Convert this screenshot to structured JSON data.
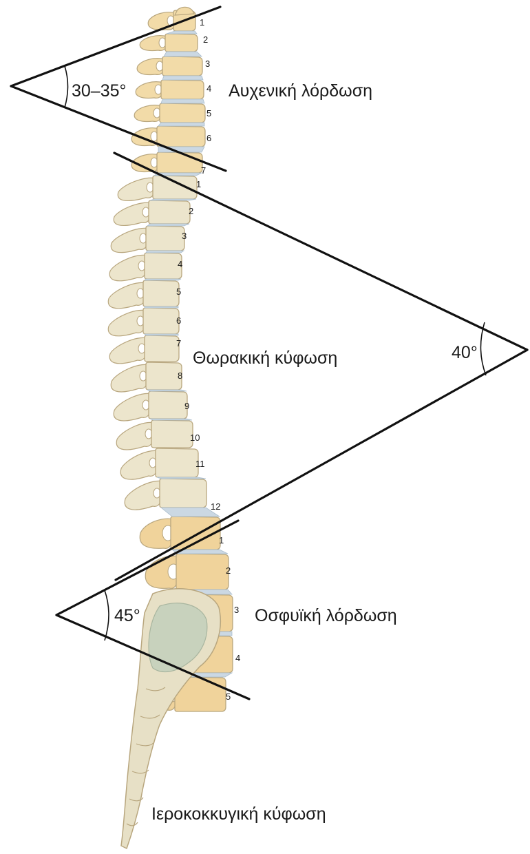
{
  "colors": {
    "cervical_bone": "#f2dba8",
    "thoracic_bone": "#ece5cc",
    "lumbar_bone": "#f0d39b",
    "sacral_bone": "#e7e0c6",
    "coccyx_highlight": "#c8d2bd",
    "disc": "#cbd8e3",
    "outline": "#b8a67e",
    "line": "#111111"
  },
  "curves": {
    "cervical": {
      "label": "Αυχενική λόρδωση",
      "angle": "30–35°"
    },
    "thoracic": {
      "label": "Θωρακική κύφωση",
      "angle": "40°"
    },
    "lumbar": {
      "label": "Οσφυϊκή λόρδωση",
      "angle": "45°"
    },
    "sacral": {
      "label": "Ιεροκοκκυγική κύφωση"
    }
  },
  "vertebrae": {
    "cervical": [
      "1",
      "2",
      "3",
      "4",
      "5",
      "6",
      "7"
    ],
    "thoracic": [
      "1",
      "2",
      "3",
      "4",
      "5",
      "6",
      "7",
      "8",
      "9",
      "10",
      "11",
      "12"
    ],
    "lumbar": [
      "1",
      "2",
      "3",
      "4",
      "5"
    ]
  }
}
